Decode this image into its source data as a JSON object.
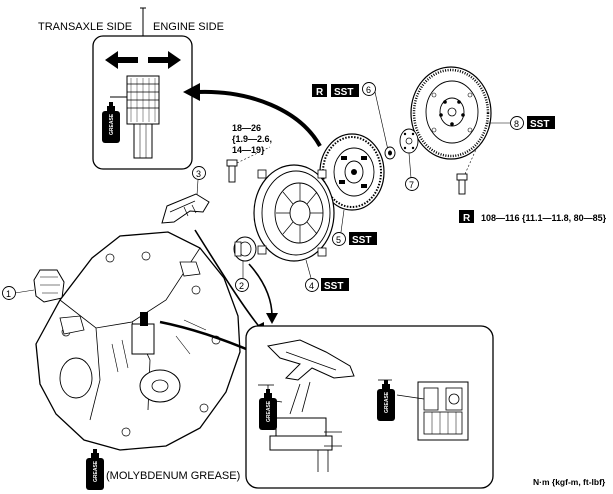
{
  "inset_top": {
    "left_label": "TRANSAXLE SIDE",
    "right_label": "ENGINE SIDE"
  },
  "grease_can_label": "GREASE",
  "badges": {
    "r": "R",
    "sst": "SST"
  },
  "callouts": {
    "1": "1",
    "2": "2",
    "3": "3",
    "4": "4",
    "5": "5",
    "6": "6",
    "7": "7",
    "8": "8"
  },
  "torque_bolt_upper": {
    "line1": "18—26",
    "line2": "{1.9—2.6,",
    "line3": "14—19}"
  },
  "torque_flywheel": "108—116 {11.1—11.8, 80—85}",
  "legend_grease": "(MOLYBDENUM GREASE)",
  "units": "N·m {kgf-m, ft-lbf}"
}
